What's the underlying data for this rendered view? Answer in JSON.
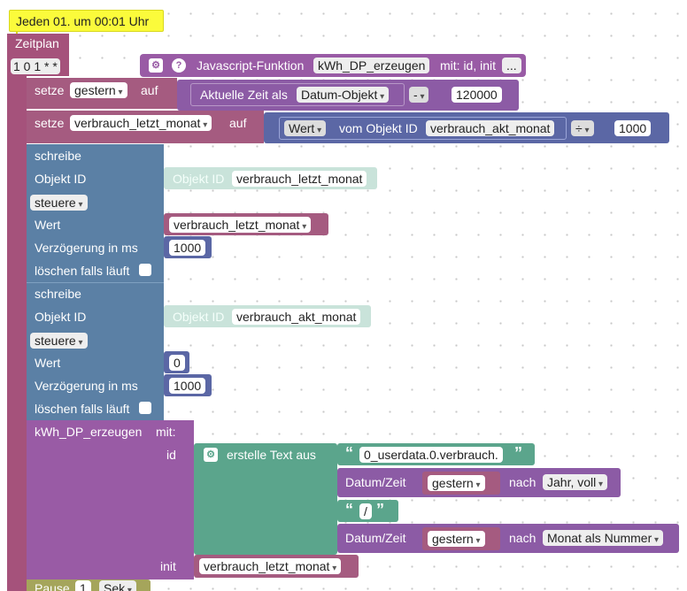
{
  "comment": "Jeden 01. um 00:01 Uhr",
  "schedule": {
    "label": "Zeitplan",
    "cron": "1 0 1 * *"
  },
  "func_call": {
    "label": "Javascript-Funktion",
    "name": "kWh_DP_erzeugen",
    "suffix": "mit: id, init",
    "ellipsis": "...",
    "gear": "⚙",
    "help": "?"
  },
  "set1": {
    "label": "setze",
    "var": "gestern",
    "to": "auf",
    "time_label": "Aktuelle Zeit als",
    "time_format": "Datum-Objekt",
    "op": "-",
    "num": "120000"
  },
  "set2": {
    "label": "setze",
    "var": "verbrauch_letzt_monat",
    "to": "auf",
    "value_label": "Wert",
    "of_obj": "vom Objekt ID",
    "obj": "verbrauch_akt_monat",
    "op": "÷",
    "num": "1000"
  },
  "write1": {
    "label": "schreibe",
    "objid_label": "Objekt ID",
    "objid_ph": "Objekt ID",
    "objid": "verbrauch_letzt_monat",
    "mode": "steuere",
    "value_label": "Wert",
    "value": "verbrauch_letzt_monat",
    "delay_label": "Verzögerung in ms",
    "delay": "1000",
    "clear_label": "löschen falls läuft"
  },
  "write2": {
    "label": "schreibe",
    "objid_label": "Objekt ID",
    "objid_ph": "Objekt ID",
    "objid": "verbrauch_akt_monat",
    "mode": "steuere",
    "value_label": "Wert",
    "value": "0",
    "delay_label": "Verzögerung in ms",
    "delay": "1000",
    "clear_label": "löschen falls läuft"
  },
  "proc": {
    "name": "kWh_DP_erzeugen",
    "with": "mit:",
    "id_label": "id",
    "init_label": "init",
    "text_label": "erstelle Text aus",
    "gear": "⚙",
    "quote_open": "“",
    "quote_close": "”",
    "str1": "0_userdata.0.verbrauch.",
    "str2": "/",
    "date_label": "Datum/Zeit",
    "date_var": "gestern",
    "after": "nach",
    "fmt1": "Jahr, voll",
    "fmt2": "Monat als Nummer",
    "init_var": "verbrauch_letzt_monat"
  },
  "pause": {
    "label": "Pause",
    "num": "1",
    "unit": "Sek"
  },
  "colors": {
    "event": "#a5527b",
    "var": "#a55b80",
    "io": "#5b80a5",
    "proc": "#995ba5",
    "text": "#5ba58c",
    "math": "#5b67a5",
    "date": "#8c5ba5",
    "comment": "#fbfb39"
  }
}
